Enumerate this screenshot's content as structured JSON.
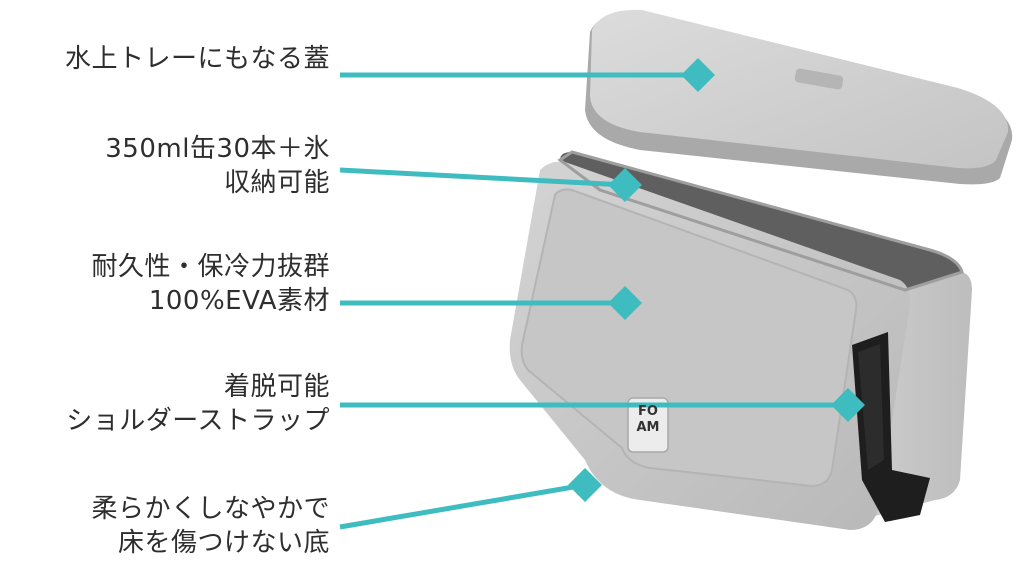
{
  "accent_color": "#3fbcc0",
  "features": [
    {
      "name": "lid",
      "lines": [
        "水上トレーにもなる蓋"
      ]
    },
    {
      "name": "capacity",
      "lines": [
        "350ml缶30本＋氷",
        "収納可能"
      ]
    },
    {
      "name": "material",
      "lines": [
        "耐久性・保冷力抜群",
        "100%EVA素材"
      ]
    },
    {
      "name": "strap",
      "lines": [
        "着脱可能",
        "ショルダーストラップ"
      ]
    },
    {
      "name": "bottom",
      "lines": [
        "柔らかくしなやかで",
        "床を傷つけない底"
      ]
    }
  ],
  "product": {
    "logo_text_top": "FO",
    "logo_text_bottom": "AM"
  }
}
